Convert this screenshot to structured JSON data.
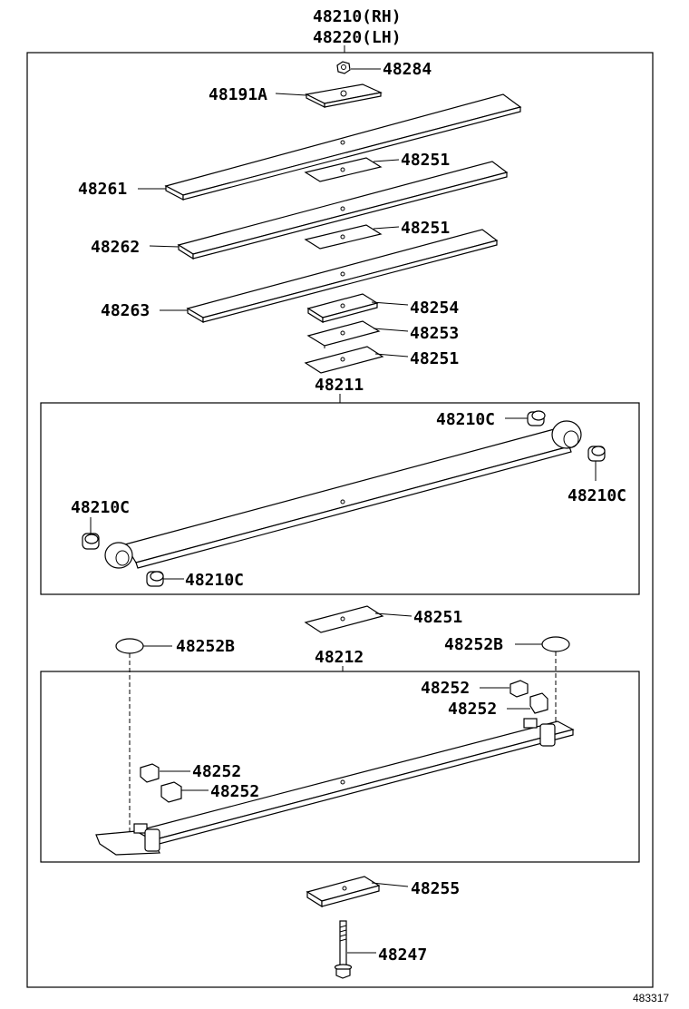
{
  "header": {
    "line1": "48210(RH)",
    "line2": "48220(LH)"
  },
  "labels": {
    "nut_top": "48284",
    "plate_top": "48191A",
    "leaf_1": "48261",
    "liner_1": "48251",
    "leaf_2": "48262",
    "liner_2": "48251",
    "leaf_3": "48263",
    "pad_1": "48254",
    "pad_2": "48253",
    "liner_3": "48251",
    "group_main": "48211",
    "bush_tr": "48210C",
    "bush_r": "48210C",
    "bush_l": "48210C",
    "bush_bl": "48210C",
    "liner_4": "48251",
    "cap_left": "48252B",
    "cap_right": "48252B",
    "group_lower": "48212",
    "clip_r1": "48252",
    "clip_r2": "48252",
    "clip_l1": "48252",
    "clip_l2": "48252",
    "seat": "48255",
    "bolt": "48247"
  },
  "footer": {
    "code": "483317"
  }
}
